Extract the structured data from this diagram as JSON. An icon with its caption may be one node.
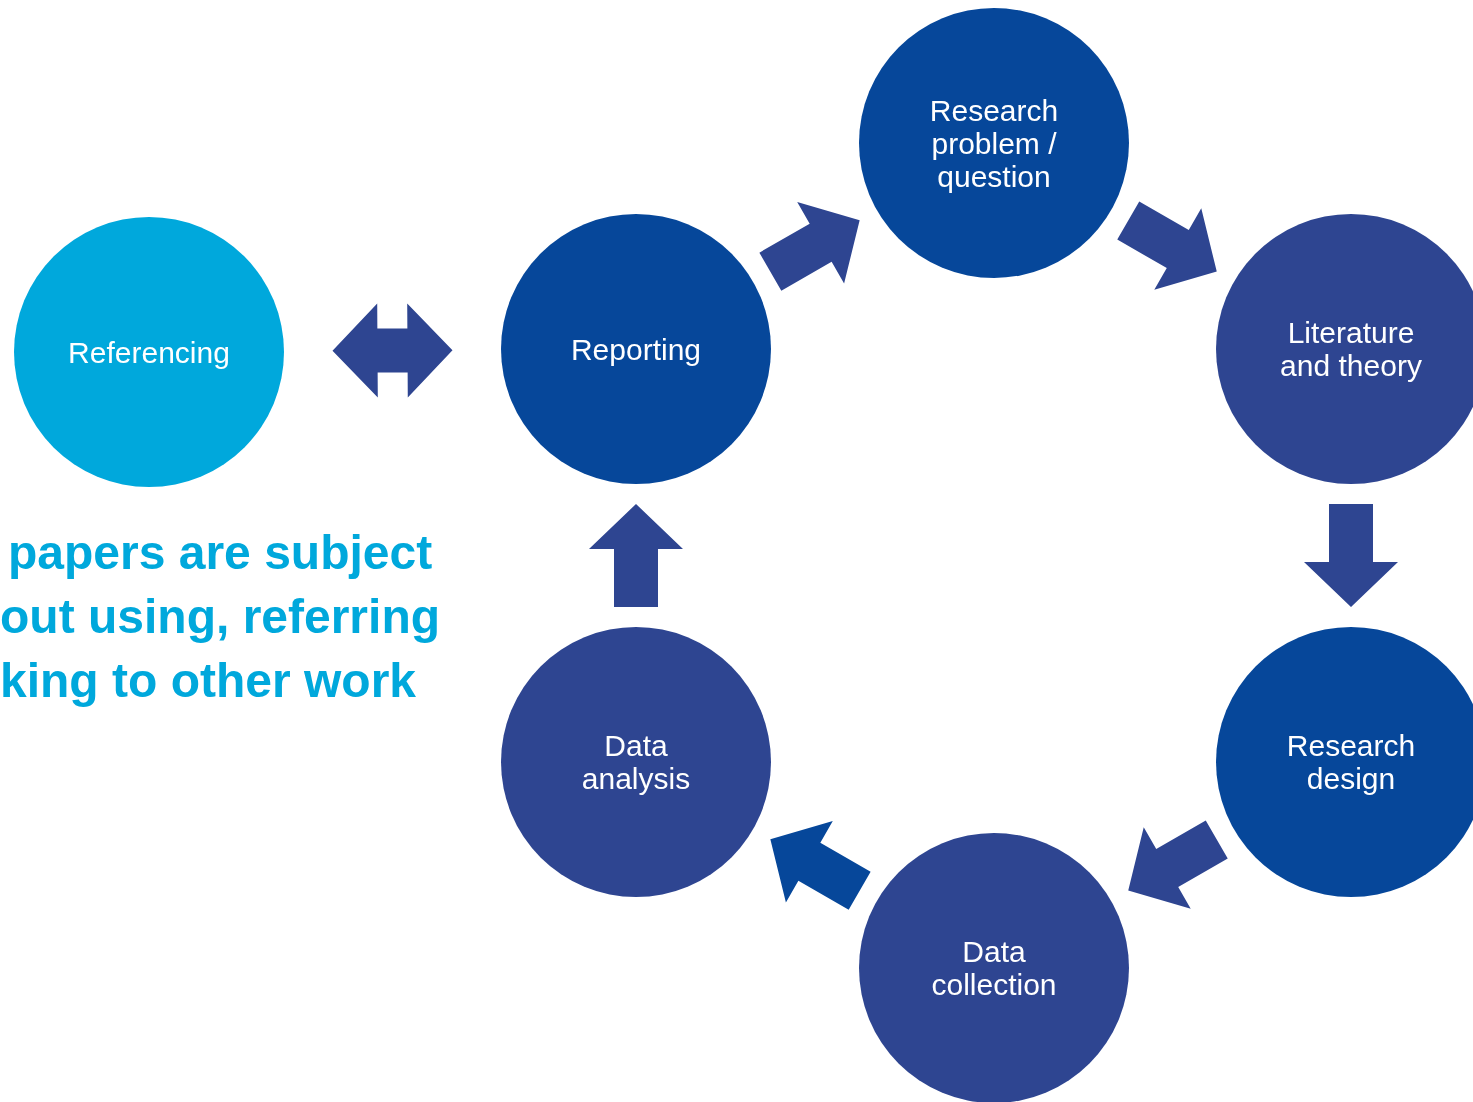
{
  "diagram": {
    "nodes": [
      {
        "text": [
          "Referencing"
        ]
      },
      {
        "text": [
          "Reporting"
        ]
      },
      {
        "text": [
          "Research problem / question"
        ]
      },
      {
        "text": [
          "Literature and theory"
        ]
      },
      {
        "text": [
          "Research design"
        ]
      },
      {
        "text": [
          "Data collection"
        ]
      },
      {
        "text": [
          "Data analysis"
        ]
      }
    ],
    "edges": [
      {
        "from": 0,
        "to": 1,
        "arrow": "both"
      },
      {
        "from": 1,
        "to": 2,
        "arrow": "to"
      },
      {
        "from": 2,
        "to": 3,
        "arrow": "to"
      },
      {
        "from": 3,
        "to": 4,
        "arrow": "to"
      },
      {
        "from": 4,
        "to": 5,
        "arrow": "to"
      },
      {
        "from": 5,
        "to": 6,
        "arrow": "to",
        "color": "#06479a"
      },
      {
        "from": 6,
        "to": 1,
        "arrow": "to"
      }
    ],
    "labels": [
      "papers are subject",
      "out using, referring",
      "king to other work"
    ]
  }
}
